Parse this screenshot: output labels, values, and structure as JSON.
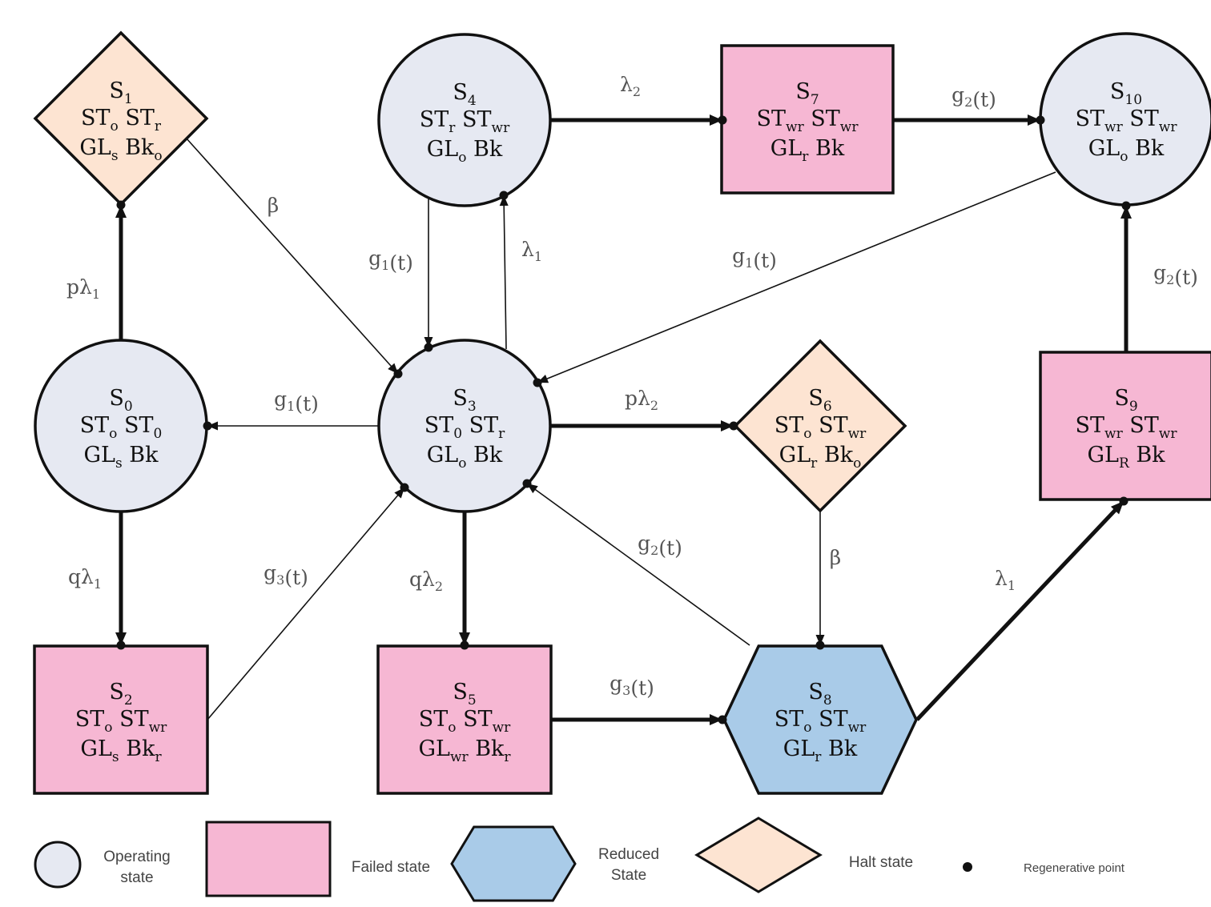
{
  "colors": {
    "operating": "#e6e9f2",
    "failed": "#f6b7d3",
    "reduced": "#a9cbe8",
    "halt": "#fde4d2",
    "stroke": "#111111",
    "label": "#555555"
  },
  "states": [
    {
      "id": "S0",
      "shape": "circle",
      "name": "S",
      "index": "0",
      "lines": [
        [
          [
            "ST",
            ""
          ],
          [
            "o",
            ""
          ],
          [
            " ST",
            ""
          ],
          [
            "0",
            ""
          ]
        ],
        [
          [
            "GL",
            ""
          ],
          [
            "s",
            ""
          ],
          [
            " Bk",
            ""
          ]
        ]
      ]
    },
    {
      "id": "S1",
      "shape": "diamond",
      "name": "S",
      "index": "1",
      "lines": [
        [
          [
            "ST",
            ""
          ],
          [
            "o",
            ""
          ],
          [
            " ST",
            ""
          ],
          [
            "r",
            ""
          ]
        ],
        [
          [
            "GL",
            ""
          ],
          [
            "s",
            ""
          ],
          [
            " Bk",
            ""
          ],
          [
            "o",
            ""
          ]
        ]
      ]
    },
    {
      "id": "S2",
      "shape": "rect",
      "name": "S",
      "index": "2",
      "lines": [
        [
          [
            "ST",
            ""
          ],
          [
            "o",
            ""
          ],
          [
            " ST",
            ""
          ],
          [
            "wr",
            ""
          ]
        ],
        [
          [
            "GL",
            ""
          ],
          [
            "s",
            ""
          ],
          [
            " Bk",
            ""
          ],
          [
            "r",
            ""
          ]
        ]
      ]
    },
    {
      "id": "S3",
      "shape": "circle",
      "name": "S",
      "index": "3",
      "lines": [
        [
          [
            "ST",
            ""
          ],
          [
            "0",
            ""
          ],
          [
            " ST",
            ""
          ],
          [
            "r",
            ""
          ]
        ],
        [
          [
            "GL",
            ""
          ],
          [
            "o",
            ""
          ],
          [
            " Bk",
            ""
          ]
        ]
      ]
    },
    {
      "id": "S4",
      "shape": "circle",
      "name": "S",
      "index": "4",
      "lines": [
        [
          [
            "ST",
            ""
          ],
          [
            "r",
            ""
          ],
          [
            " ST",
            ""
          ],
          [
            "wr",
            ""
          ]
        ],
        [
          [
            "GL",
            ""
          ],
          [
            "o",
            ""
          ],
          [
            " Bk",
            ""
          ]
        ]
      ]
    },
    {
      "id": "S5",
      "shape": "rect",
      "name": "S",
      "index": "5",
      "lines": [
        [
          [
            "ST",
            ""
          ],
          [
            "o",
            ""
          ],
          [
            " ST",
            ""
          ],
          [
            "wr",
            ""
          ]
        ],
        [
          [
            "GL",
            ""
          ],
          [
            "wr",
            ""
          ],
          [
            " Bk",
            ""
          ],
          [
            "r",
            ""
          ]
        ]
      ]
    },
    {
      "id": "S6",
      "shape": "diamond",
      "name": "S",
      "index": "6",
      "lines": [
        [
          [
            "ST",
            ""
          ],
          [
            "o",
            ""
          ],
          [
            " ST",
            ""
          ],
          [
            "wr",
            ""
          ]
        ],
        [
          [
            "GL",
            ""
          ],
          [
            "r",
            ""
          ],
          [
            " Bk",
            ""
          ],
          [
            "o",
            ""
          ]
        ]
      ]
    },
    {
      "id": "S7",
      "shape": "rect",
      "name": "S",
      "index": "7",
      "lines": [
        [
          [
            "ST",
            ""
          ],
          [
            "wr",
            ""
          ],
          [
            " ST",
            ""
          ],
          [
            "wr",
            ""
          ]
        ],
        [
          [
            "GL",
            ""
          ],
          [
            "r",
            ""
          ],
          [
            " Bk",
            ""
          ]
        ]
      ]
    },
    {
      "id": "S8",
      "shape": "hexagon",
      "name": "S",
      "index": "8",
      "lines": [
        [
          [
            "ST",
            ""
          ],
          [
            "o",
            ""
          ],
          [
            " ST",
            ""
          ],
          [
            "wr",
            ""
          ]
        ],
        [
          [
            "GL",
            ""
          ],
          [
            "r",
            ""
          ],
          [
            " Bk",
            ""
          ]
        ]
      ]
    },
    {
      "id": "S9",
      "shape": "rect",
      "name": "S",
      "index": "9",
      "lines": [
        [
          [
            "ST",
            ""
          ],
          [
            "wr",
            ""
          ],
          [
            " ST",
            ""
          ],
          [
            "wr",
            ""
          ]
        ],
        [
          [
            "GL",
            ""
          ],
          [
            "R",
            ""
          ],
          [
            " Bk",
            ""
          ]
        ]
      ]
    },
    {
      "id": "S10",
      "shape": "circle",
      "name": "S",
      "index": "10",
      "lines": [
        [
          [
            "ST",
            ""
          ],
          [
            "wr",
            ""
          ],
          [
            " ST",
            ""
          ],
          [
            "wr",
            ""
          ]
        ],
        [
          [
            "GL",
            ""
          ],
          [
            "o",
            ""
          ],
          [
            " Bk",
            ""
          ]
        ]
      ]
    }
  ],
  "transitions": [
    {
      "id": "e01",
      "from": "S0",
      "to": "S1",
      "label": [
        [
          "p",
          ""
        ],
        [
          "λ",
          ""
        ],
        [
          "1",
          "sub"
        ]
      ],
      "weight": "thick"
    },
    {
      "id": "e02",
      "from": "S0",
      "to": "S2",
      "label": [
        [
          "q",
          ""
        ],
        [
          "λ",
          ""
        ],
        [
          "1",
          "sub"
        ]
      ],
      "weight": "thick"
    },
    {
      "id": "e13",
      "from": "S1",
      "to": "S3",
      "label": [
        [
          "β",
          ""
        ]
      ],
      "weight": "thin"
    },
    {
      "id": "e23",
      "from": "S2",
      "to": "S3",
      "label": [
        [
          "g",
          ""
        ],
        [
          "3",
          "sub"
        ],
        [
          "(t)",
          ""
        ]
      ],
      "weight": "thin"
    },
    {
      "id": "e30",
      "from": "S3",
      "to": "S0",
      "label": [
        [
          "g",
          ""
        ],
        [
          "1",
          "sub"
        ],
        [
          "(t)",
          ""
        ]
      ],
      "weight": "thin"
    },
    {
      "id": "e34",
      "from": "S3",
      "to": "S4",
      "label": [
        [
          "λ",
          ""
        ],
        [
          "1",
          "sub"
        ]
      ],
      "weight": "thin"
    },
    {
      "id": "e43",
      "from": "S4",
      "to": "S3",
      "label": [
        [
          "g",
          ""
        ],
        [
          "1",
          "sub"
        ],
        [
          "(t)",
          ""
        ]
      ],
      "weight": "thin"
    },
    {
      "id": "e36",
      "from": "S3",
      "to": "S6",
      "label": [
        [
          "p",
          ""
        ],
        [
          "λ",
          ""
        ],
        [
          "2",
          "sub"
        ]
      ],
      "weight": "thick"
    },
    {
      "id": "e35",
      "from": "S3",
      "to": "S5",
      "label": [
        [
          "q",
          ""
        ],
        [
          "λ",
          ""
        ],
        [
          "2",
          "sub"
        ]
      ],
      "weight": "thick"
    },
    {
      "id": "e47",
      "from": "S4",
      "to": "S7",
      "label": [
        [
          "λ",
          ""
        ],
        [
          "2",
          "sub"
        ]
      ],
      "weight": "thick"
    },
    {
      "id": "e710",
      "from": "S7",
      "to": "S10",
      "label": [
        [
          "g",
          ""
        ],
        [
          "2",
          "sub"
        ],
        [
          "(t)",
          ""
        ]
      ],
      "weight": "thick"
    },
    {
      "id": "e103",
      "from": "S10",
      "to": "S3",
      "label": [
        [
          "g",
          ""
        ],
        [
          "1",
          "sub"
        ],
        [
          "(t)",
          ""
        ]
      ],
      "weight": "thin"
    },
    {
      "id": "e910",
      "from": "S9",
      "to": "S10",
      "label": [
        [
          "g",
          ""
        ],
        [
          "2",
          "sub"
        ],
        [
          "(t)",
          ""
        ]
      ],
      "weight": "thick"
    },
    {
      "id": "e68",
      "from": "S6",
      "to": "S8",
      "label": [
        [
          "β",
          ""
        ]
      ],
      "weight": "thin"
    },
    {
      "id": "e58",
      "from": "S5",
      "to": "S8",
      "label": [
        [
          "g",
          ""
        ],
        [
          "3",
          "sub"
        ],
        [
          "(t)",
          ""
        ]
      ],
      "weight": "thick"
    },
    {
      "id": "e83",
      "from": "S8",
      "to": "S3",
      "label": [
        [
          "g",
          ""
        ],
        [
          "2",
          "sub"
        ],
        [
          "(t)",
          ""
        ]
      ],
      "weight": "thin"
    },
    {
      "id": "e89",
      "from": "S8",
      "to": "S9",
      "label": [
        [
          "λ",
          ""
        ],
        [
          "1",
          "sub"
        ]
      ],
      "weight": "thick"
    }
  ],
  "legend": [
    {
      "id": "operating",
      "shape": "circle",
      "lines": [
        "Operating",
        "state"
      ]
    },
    {
      "id": "failed",
      "shape": "rect",
      "lines": [
        "Failed state"
      ]
    },
    {
      "id": "reduced",
      "shape": "hexagon",
      "lines": [
        "Reduced",
        "State"
      ]
    },
    {
      "id": "halt",
      "shape": "diamond",
      "lines": [
        "Halt state"
      ]
    },
    {
      "id": "regen",
      "shape": "dot",
      "lines": [
        "Regenerative point"
      ]
    }
  ]
}
